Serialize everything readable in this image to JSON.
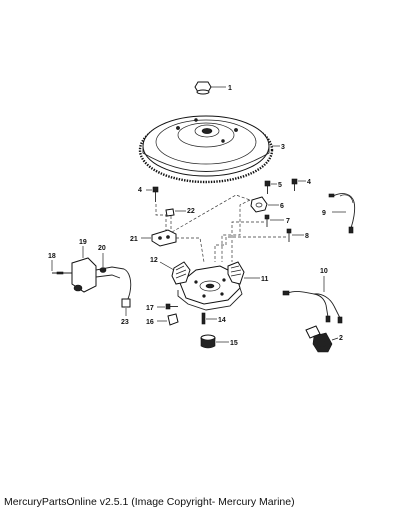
{
  "callouts": {
    "c1": "1",
    "c2": "2",
    "c3": "3",
    "c4a": "4",
    "c4b": "4",
    "c5": "5",
    "c6": "6",
    "c7": "7",
    "c8": "8",
    "c9": "9",
    "c10": "10",
    "c11": "11",
    "c12": "12",
    "c14": "14",
    "c15": "15",
    "c16": "16",
    "c17": "17",
    "c18": "18",
    "c19": "19",
    "c20": "20",
    "c21": "21",
    "c22": "22",
    "c23": "23"
  },
  "caption": "MercuryPartsOnline v2.5.1 (Image Copyright- Mercury Marine)"
}
